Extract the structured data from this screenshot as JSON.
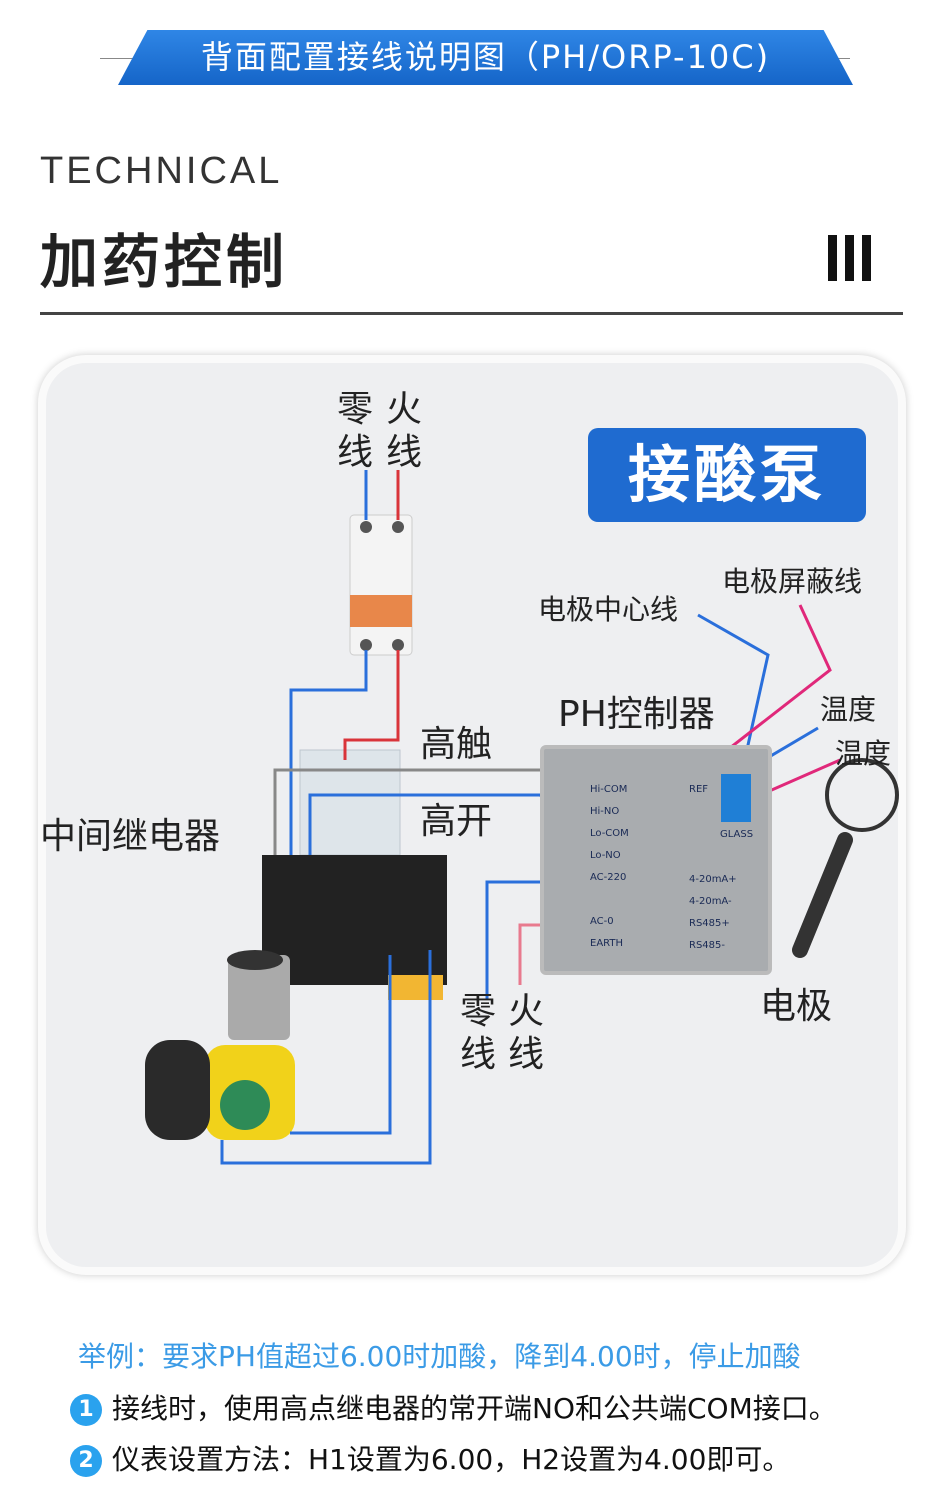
{
  "header": {
    "banner": "背面配置接线说明图（PH/ORP-10C)",
    "eyebrow": "TECHNICAL",
    "title": "加药控制"
  },
  "diagram": {
    "top_neutral": "零\n线",
    "top_live": "火\n线",
    "badge": "接酸泵",
    "electrode_center": "电极中心线",
    "electrode_shield": "电极屏蔽线",
    "controller": "PH控制器",
    "temp1": "温度",
    "temp2": "温度",
    "high_touch": "高触",
    "high_open": "高开",
    "relay": "中间继电器",
    "bottom_neutral": "零\n线",
    "bottom_live": "火\n线",
    "electrode": "电极",
    "left_terminals": [
      "Hi-COM",
      "Hi-NO",
      "Lo-COM",
      "Lo-NO",
      "AC-220",
      "AC-0",
      "EARTH"
    ],
    "right_terminals": [
      "REF",
      "4-20mA+",
      "4-20mA-",
      "RS485+",
      "RS485-"
    ],
    "glass": "GLASS"
  },
  "notes": {
    "example": "举例：要求PH值超过6.00时加酸，降到4.00时，停止加酸",
    "steps": [
      {
        "num": "1",
        "text": "接线时，使用高点继电器的常开端NO和公共端COM接口。"
      },
      {
        "num": "2",
        "text": "仪表设置方法：H1设置为6.00，H2设置为4.00即可。"
      }
    ]
  },
  "colors": {
    "blue": "#1f6bd0",
    "wire_blue": "#2a6fdb",
    "wire_red": "#d9343a",
    "wire_pink": "#e0287a",
    "note_blue": "#3b9be6"
  }
}
